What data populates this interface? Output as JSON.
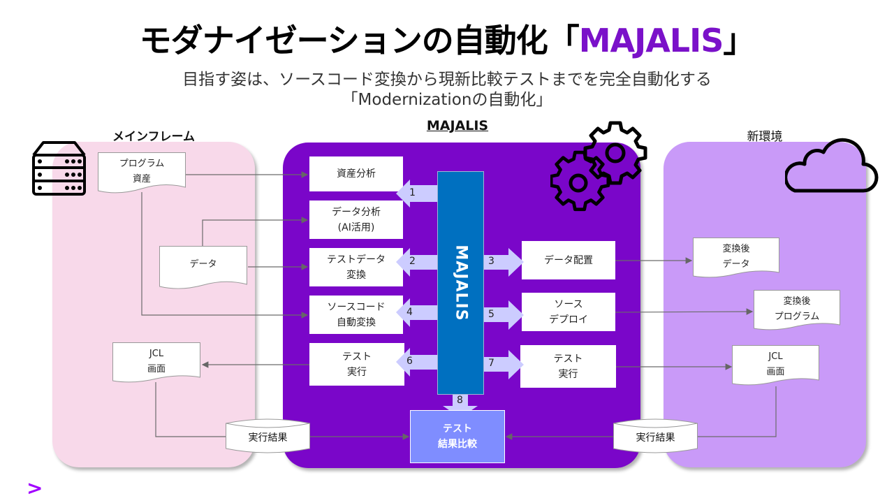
{
  "title": {
    "main": "モダナイゼーションの自動化「",
    "accent": "MAJALIS",
    "close": "」"
  },
  "subtitle": {
    "line1": "目指す姿は、ソースコード変換から現新比較テストまでを完全自動化する",
    "line2": "「Modernizationの自動化」"
  },
  "sections": {
    "mainframe": {
      "label": "メインフレーム",
      "icon": "server-rack-icon"
    },
    "majalis": {
      "label": "MAJALIS",
      "icon": "gears-icon"
    },
    "new_env": {
      "label": "新環境",
      "icon": "cloud-icon"
    }
  },
  "mainframe": {
    "program_assets": "プログラム\n資産",
    "data": "データ",
    "jcl_screen": "JCL\n画面",
    "exec_result": "実行結果"
  },
  "majalis": {
    "core_label": "MAJALIS",
    "left_steps": [
      {
        "label": "資産分析"
      },
      {
        "label": "データ分析\n(AI活用)"
      },
      {
        "label": "テストデータ\n変換"
      },
      {
        "label": "ソースコード\n自動変換"
      },
      {
        "label": "テスト\n実行"
      }
    ],
    "right_steps": [
      {
        "label": "データ配置"
      },
      {
        "label": "ソース\nデプロイ"
      },
      {
        "label": "テスト\n実行"
      }
    ],
    "arrows": [
      "1",
      "2",
      "3",
      "4",
      "5",
      "6",
      "7",
      "8"
    ],
    "result_compare": "テスト\n結果比較"
  },
  "new_env": {
    "converted_data": "変換後\nデータ",
    "converted_program": "変換後\nプログラム",
    "jcl_screen": "JCL\n画面",
    "exec_result": "実行結果"
  },
  "footer": {
    "brand_mark": ">"
  },
  "colors": {
    "accent": "#7a11c9",
    "majalis_bg": "#7a06c9",
    "mainframe_bg": "#f8d9ea",
    "new_env_bg": "#c99af8",
    "core": "#0070c0",
    "arrow": "#ccccff",
    "result": "#7f8dff"
  }
}
